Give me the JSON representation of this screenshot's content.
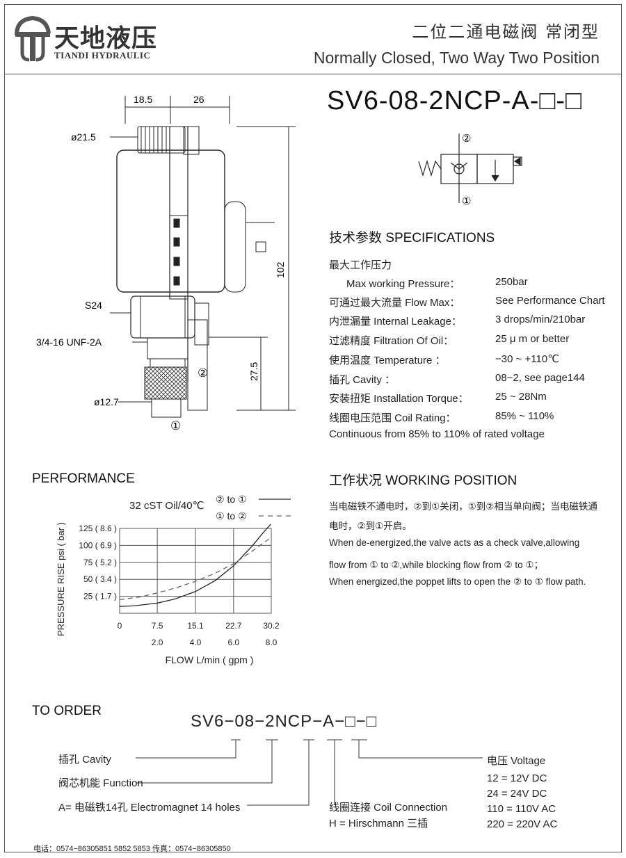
{
  "header": {
    "brand_cn": "天地液压",
    "brand_en": "TIANDI HYDRAULIC",
    "title_cn": "二位二通电磁阀 常闭型",
    "title_en": "Normally Closed, Two Way Two Position"
  },
  "model": "SV6-08-2NCP-A-□-□",
  "drawing": {
    "dim_top_left": "18.5",
    "dim_top_right": "26",
    "dia_top": "ø21.5",
    "hex": "S24",
    "thread": "3/4-16  UNF-2A",
    "dia_bottom": "ø12.7",
    "height_total": "102",
    "height_lower": "27.5",
    "port1": "①",
    "port2": "②"
  },
  "symbol": {
    "port_top": "②",
    "port_bottom": "①"
  },
  "specs": {
    "heading": "技术参数 SPECIFICATIONS",
    "pressure_cn": "最大工作压力",
    "rows": [
      {
        "label": "Max working Pressure：",
        "value": "250bar"
      },
      {
        "label": "可通过最大流量 Flow Max：",
        "value": "See Performance Chart"
      },
      {
        "label": "内泄漏量 Internal Leakage：",
        "value": "3 drops/min/210bar"
      },
      {
        "label": "过滤精度 Filtration Of Oil：",
        "value": "25 μ m or better"
      },
      {
        "label": "使用温度 Temperature ：",
        "value": "−30 ~ +110℃"
      },
      {
        "label": "插孔 Cavity ：",
        "value": "08−2, see page144"
      },
      {
        "label": "安装扭矩 Installation Torque：",
        "value": "25 ~ 28Nm"
      },
      {
        "label": "线圈电压范围 Coil Rating：",
        "value": "85% ~ 110%"
      }
    ],
    "note": "Continuous from 85% to 110% of rated voltage"
  },
  "performance": {
    "heading": "PERFORMANCE",
    "oil": "32 cST Oil/40℃"
  },
  "chart_data": {
    "type": "line",
    "title": "",
    "xlabel": "FLOW L/min ( gpm )",
    "ylabel": "PRESSURE RISE psi ( bar )",
    "x_ticks": [
      "0",
      "7.5",
      "15.1",
      "22.7",
      "30.2"
    ],
    "x_ticks_gpm": [
      "2.0",
      "4.0",
      "6.0",
      "8.0"
    ],
    "y_ticks": [
      "25 ( 1.7 )",
      "50 ( 3.4 )",
      "75 ( 5.2 )",
      "100 ( 6.9 )",
      "125 ( 8.6 )"
    ],
    "xlim": [
      0,
      30.2
    ],
    "ylim": [
      0,
      125
    ],
    "grid": true,
    "legend_position": "top-right",
    "series": [
      {
        "name": "② to ①",
        "style": "solid",
        "x": [
          0,
          3,
          7.5,
          11,
          15.1,
          19,
          22.7,
          26.5,
          28.5,
          30.2
        ],
        "y": [
          10,
          11,
          15,
          21,
          32,
          48,
          70,
          100,
          118,
          132
        ]
      },
      {
        "name": "① to ②",
        "style": "dashed",
        "x": [
          0,
          4,
          7.5,
          11,
          15.1,
          19,
          22.7,
          26.5,
          30.2
        ],
        "y": [
          20,
          24,
          30,
          37,
          47,
          59,
          73,
          92,
          112
        ]
      }
    ]
  },
  "working": {
    "heading": "工作状况 WORKING POSITION",
    "lines": [
      "当电磁铁不通电时，②到①关闭，①到②相当单向阀；当电磁铁通",
      "电时，②到①开启。",
      "When de-energized,the valve acts as a check valve,allowing",
      "flow from ① to ②,while blocking flow from ② to ①；",
      "When energized,the poppet lifts to open the ② to ① flow path."
    ]
  },
  "order": {
    "heading": "TO ORDER",
    "code": "SV6−08−2NCP−A−□−□",
    "cavity": "插孔 Cavity",
    "function": "阀芯机能  Function",
    "electromagnet": "A= 电磁铁14孔  Electromagnet 14 holes",
    "coil_title": "线圈连接  Coil Connection",
    "coil_value": "H = Hirschmann    三插",
    "voltage_title": "电压  Voltage",
    "voltages": [
      "12   =   12V DC",
      "24   =   24V DC",
      "110 = 110V AC",
      "220 = 220V AC"
    ]
  },
  "footer": "电话：0574−86305851  5852  5853  传真：0574−86305850"
}
